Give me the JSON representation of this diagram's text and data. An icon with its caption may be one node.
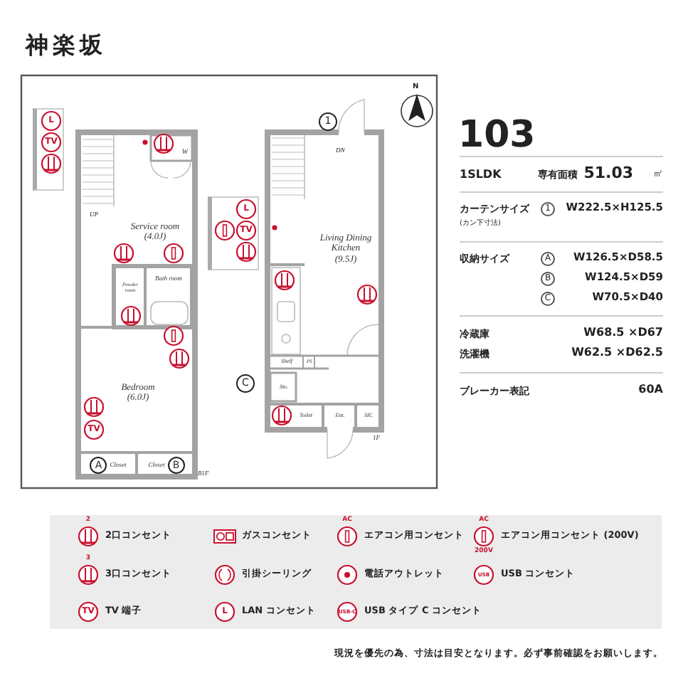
{
  "diagram": {
    "title": "神楽坂",
    "nodes": [
      {
        "text": [
          "L",
          "TV"
        ]
      },
      {
        "text": [
          "Service room",
          "(4.0J)"
        ]
      },
      {
        "text": [
          "W"
        ]
      },
      {
        "text": [
          "Powder room"
        ]
      },
      {
        "text": [
          "Bath room"
        ]
      },
      {
        "text": [
          "Bedroom",
          "(6.0J)"
        ]
      },
      {
        "text": [
          "A",
          "Closet"
        ]
      },
      {
        "text": [
          "Closet",
          "B"
        ]
      },
      {
        "text": [
          "L",
          "TV"
        ]
      },
      {
        "text": [
          "Living Dining Kitchen",
          "(9.5J)"
        ]
      },
      {
        "text": [
          "Shelf"
        ]
      },
      {
        "text": [
          "PS"
        ]
      },
      {
        "text": [
          "Sto."
        ]
      },
      {
        "text": [
          "Toilet"
        ]
      },
      {
        "text": [
          "Ent."
        ]
      },
      {
        "text": [
          "SIC"
        ]
      },
      {
        "text": [
          "1"
        ]
      },
      {
        "text": [
          "C"
        ]
      }
    ],
    "labels": [
      "UP",
      "TV",
      "B1F",
      "DN",
      "1F",
      "N",
      "103",
      "1SLDK",
      "専有面積",
      "51.03",
      "㎡",
      "カーテンサイズ",
      "(カン下寸法)",
      "1",
      "W222.5×H125.5",
      "収納サイズ",
      "A",
      "W126.5×D58.5",
      "B",
      "W124.5×D59",
      "C",
      "W70.5×D40",
      "冷蔵庫",
      "W68.5 ×D67",
      "洗濯機",
      "W62.5 ×D62.5",
      "ブレーカー表記",
      "60A",
      "2",
      "3",
      "TV",
      "AC",
      "AC",
      "200V",
      "USB",
      "USB-C",
      "L"
    ],
    "legend": [
      {
        "text": "2口コンセント"
      },
      {
        "text": "ガスコンセント"
      },
      {
        "text": "エアコン用コンセント"
      },
      {
        "text": "エアコン用コンセント (200V)"
      },
      {
        "text": "3口コンセント"
      },
      {
        "text": "引掛シーリング"
      },
      {
        "text": "電話アウトレット"
      },
      {
        "text": "USB コンセント"
      },
      {
        "text": "TV 端子"
      },
      {
        "text": "LAN コンセント"
      },
      {
        "text": "USB タイプ C コンセント"
      }
    ],
    "caption": "現況を優先の為、寸法は目安となります。必ず事前確認をお願いします。"
  }
}
